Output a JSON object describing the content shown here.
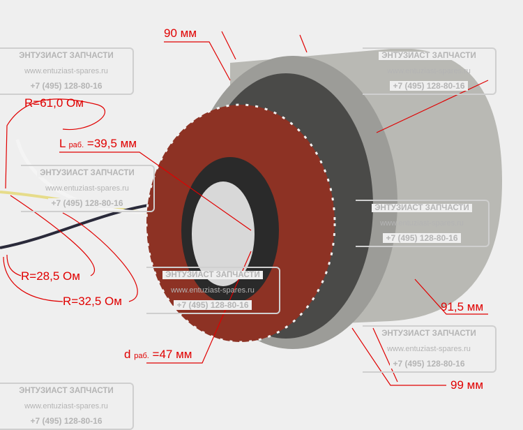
{
  "watermark": {
    "name": "ЭНТУЗИАСТ ЗАПЧАСТИ",
    "url": "www.entuziast-spares.ru",
    "phone": "+7 (495) 128-80-16"
  },
  "labels": {
    "outer_length": "90 мм",
    "outer_diameter": "91,5 мм",
    "inner_diameter_housing": "99 мм",
    "working_length_prefix": "L",
    "working_length_sub": "раб.",
    "working_length_value": "=39,5 мм",
    "working_diameter_prefix": "d",
    "working_diameter_sub": "раб.",
    "working_diameter_value": "=47 мм",
    "r1": "R=61,0 Ом",
    "r2": "R=28,5 Ом",
    "r3": "R=32,5 Ом"
  },
  "colors": {
    "annotation": "#e00000",
    "copper": "#9c3a2a",
    "housing": "#b9b9b4"
  }
}
